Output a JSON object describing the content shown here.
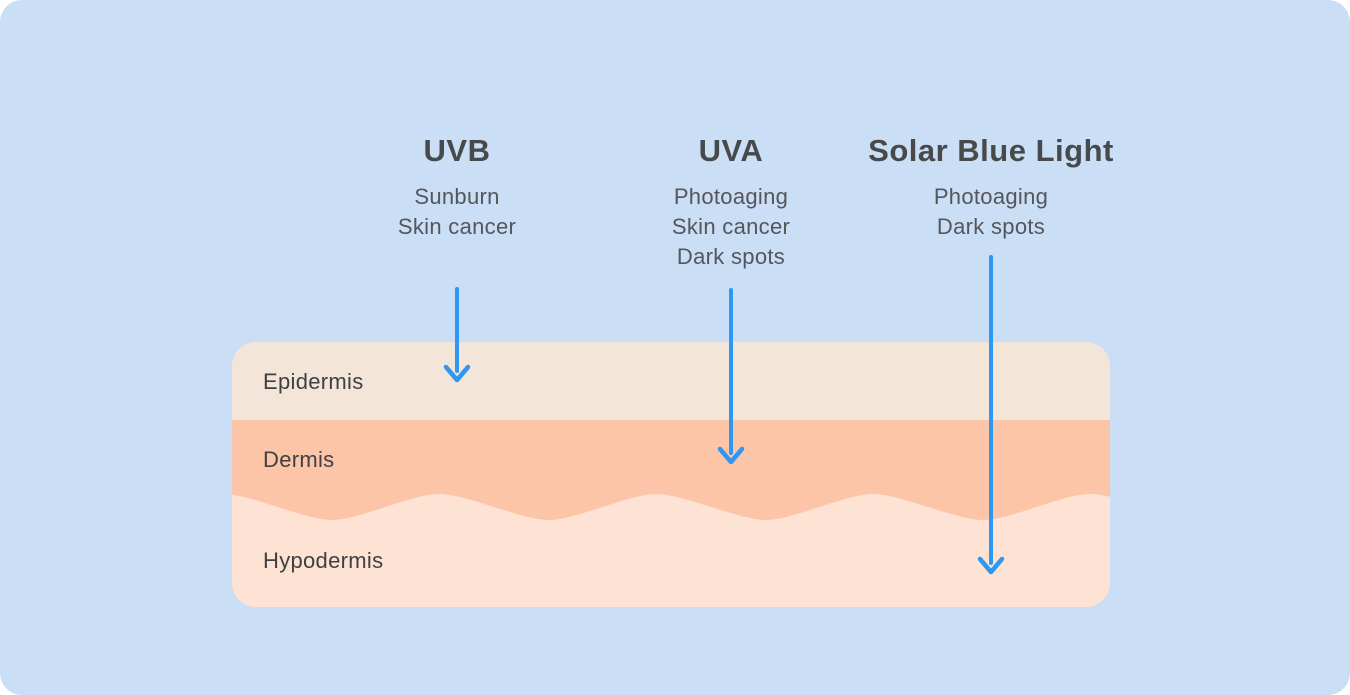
{
  "diagram": {
    "background_color": "#cadef5",
    "arrow_color": "#2e96f3",
    "text_colors": {
      "heading": "#48494b",
      "effects": "#55565b",
      "layer_label": "#3f4043"
    },
    "rays": [
      {
        "label": "UVB",
        "effects": [
          "Sunburn",
          "Skin cancer"
        ],
        "penetrates_to": "Epidermis"
      },
      {
        "label": "UVA",
        "effects": [
          "Photoaging",
          "Skin cancer",
          "Dark spots"
        ],
        "penetrates_to": "Dermis"
      },
      {
        "label": "Solar Blue Light",
        "effects": [
          "Photoaging",
          "Dark spots"
        ],
        "penetrates_to": "Hypodermis"
      }
    ],
    "skin_layers": [
      {
        "name": "Epidermis",
        "color": "#f3e6d9"
      },
      {
        "name": "Dermis",
        "color": "#fdc5a8"
      },
      {
        "name": "Hypodermis",
        "color": "#fee3d5"
      }
    ]
  }
}
